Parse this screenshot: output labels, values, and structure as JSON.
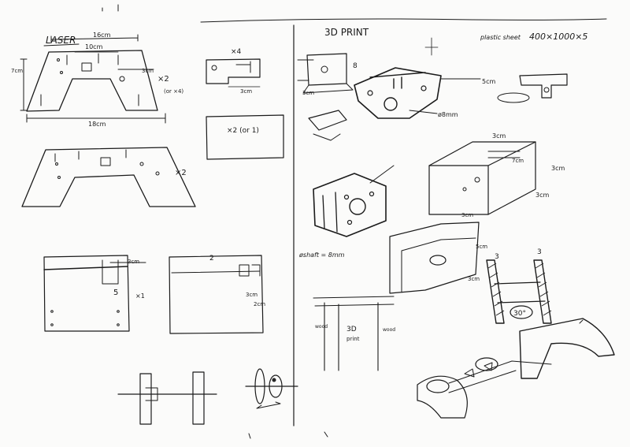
{
  "sections": {
    "laser_title": "LASER",
    "print_title": "3D PRINT"
  },
  "laser": {
    "dim_top": "16cm",
    "dim_inner": "10cm",
    "dim_bottom": "18cm",
    "dim_side": "3cm",
    "dim_height": "7cm",
    "qty_main": "×2",
    "qty_alt": "(or ×4)",
    "bracket_qty": "×4",
    "bracket_dim": "3cm",
    "plate_qty": "×2 (or 1)",
    "part2_qty": "×2",
    "panel_a_dim": "3cm",
    "panel_a_num": "5",
    "panel_a_qty": "×1",
    "panel_b_num": "2",
    "panel_b_dim": "3cm",
    "panel_b_dim2": "2cm"
  },
  "print": {
    "sheet_note": "plastic sheet",
    "sheet_size": "400×1000×5",
    "dim_5cm": "5cm",
    "dim_3cm": "3cm",
    "dim_8": "8",
    "shaft_label": "ø8mm",
    "shaft_note": "øshaft = 8mm",
    "box_dim_top": "3cm",
    "box_dim_side": "7cm",
    "box_dim_right": "3cm",
    "box_dim_bottom": "3cm",
    "box_dim_front": "3cm",
    "profile_dim_a": "3",
    "profile_dim_b": "3",
    "angle_label": "30°",
    "wood_label": "wood",
    "print_label_a": "3D",
    "print_label_b": "print",
    "wood_label_b": "wood",
    "box_dim_left": "5cm",
    "box_dim_mid": "3cm"
  }
}
